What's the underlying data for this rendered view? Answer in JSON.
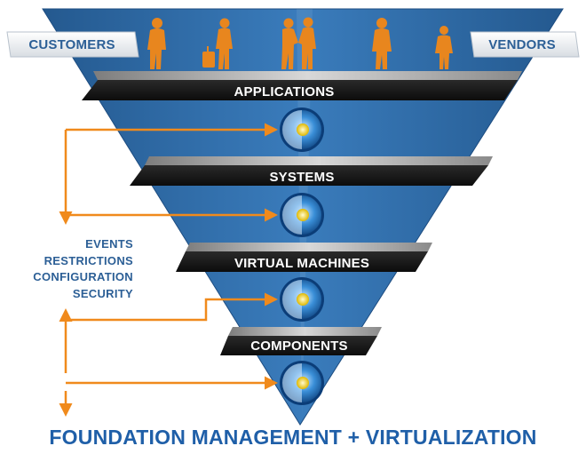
{
  "top_labels": {
    "left": "CUSTOMERS",
    "right": "VENDORS"
  },
  "layers": [
    {
      "label": "APPLICATIONS"
    },
    {
      "label": "SYSTEMS"
    },
    {
      "label": "VIRTUAL MACHINES"
    },
    {
      "label": "COMPONENTS"
    }
  ],
  "management_items": [
    "EVENTS",
    "RESTRICTIONS",
    "CONFIGURATION",
    "SECURITY"
  ],
  "footer": "FOUNDATION MANAGEMENT + VIRTUALIZATION",
  "colors": {
    "funnel": "#2f6aa5",
    "arrow": "#f08a1c",
    "label_text": "#2c5f96",
    "bar": "#1a1a1a",
    "people": "#e8861e"
  },
  "icons": [
    "person-icon",
    "traveler-icon",
    "handshake-icon",
    "person-icon",
    "person-icon",
    "node-sphere-icon"
  ]
}
